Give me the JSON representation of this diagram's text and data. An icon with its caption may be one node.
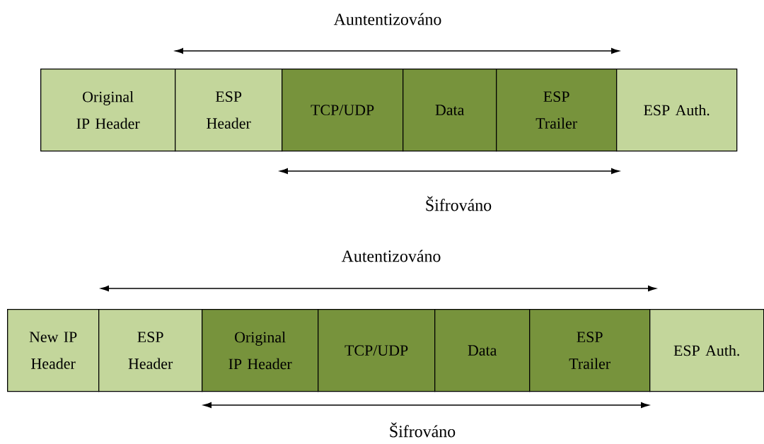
{
  "diagram": {
    "nodes": [
      {
        "text": [
          "Original IP Header"
        ]
      },
      {
        "text": [
          "ESP Header"
        ]
      },
      {
        "text": [
          "TCP/UDP"
        ]
      },
      {
        "text": [
          "Data"
        ]
      },
      {
        "text": [
          "ESP Trailer"
        ]
      },
      {
        "text": [
          "ESP Auth."
        ]
      },
      {
        "text": [
          "New IP Header"
        ]
      },
      {
        "text": [
          "ESP Header"
        ]
      },
      {
        "text": [
          "Original IP Header"
        ]
      },
      {
        "text": [
          "TCP/UDP"
        ]
      },
      {
        "text": [
          "Data"
        ]
      },
      {
        "text": [
          "ESP Trailer"
        ]
      },
      {
        "text": [
          "ESP Auth."
        ]
      }
    ],
    "labels": [
      "Auntentizováno",
      "Šifrováno",
      "Autentizováno",
      "Šifrováno"
    ]
  }
}
